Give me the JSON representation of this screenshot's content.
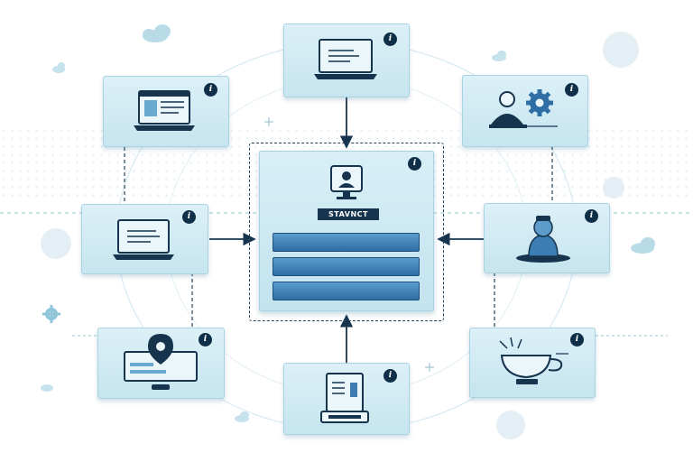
{
  "colors": {
    "node_fill": "#cbe7f1",
    "node_border": "#a9d3e1",
    "ink": "#17344f",
    "hub_bar": "#3c7db3",
    "accent_light": "#b8dbe8"
  },
  "hub": {
    "label": "STAVNCT",
    "icon": "monitor-user-icon",
    "bar_count": 3
  },
  "nodes": [
    {
      "id": "top",
      "icon": "laptop-icon",
      "badge": "i"
    },
    {
      "id": "top-left",
      "icon": "browser-window-laptop-icon",
      "badge": "i"
    },
    {
      "id": "top-right",
      "icon": "user-gear-icon",
      "badge": "i"
    },
    {
      "id": "left",
      "icon": "laptop-icon",
      "badge": "i"
    },
    {
      "id": "right",
      "icon": "user-bust-icon",
      "badge": "i"
    },
    {
      "id": "bottom-left",
      "icon": "monitor-location-icon",
      "badge": "i"
    },
    {
      "id": "bottom",
      "icon": "document-terminal-icon",
      "badge": "i"
    },
    {
      "id": "bottom-right",
      "icon": "coffee-cup-icon",
      "badge": "i"
    }
  ]
}
